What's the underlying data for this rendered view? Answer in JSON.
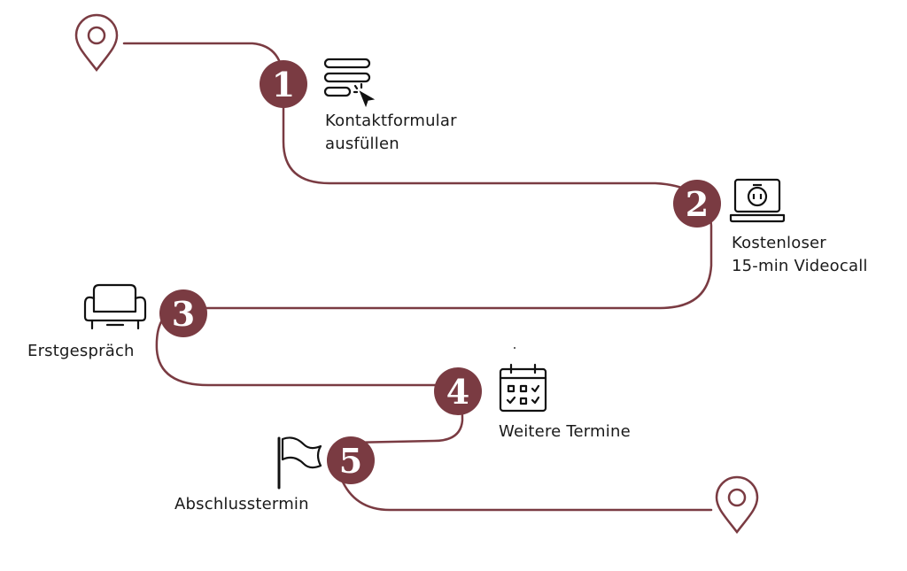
{
  "colors": {
    "accent": "#7a3b42",
    "icon": "#111111"
  },
  "steps": [
    {
      "number": "1",
      "icon": "form-icon",
      "label_lines": [
        "Kontaktformular",
        "ausfüllen"
      ]
    },
    {
      "number": "2",
      "icon": "laptop-video-icon",
      "label_lines": [
        "Kostenloser",
        "15-min Videocall"
      ]
    },
    {
      "number": "3",
      "icon": "armchair-icon",
      "label_lines": [
        "Erstgespräch"
      ]
    },
    {
      "number": "4",
      "icon": "calendar-icon",
      "label_lines": [
        "Weitere Termine"
      ]
    },
    {
      "number": "5",
      "icon": "flag-icon",
      "label_lines": [
        "Abschlusstermin"
      ]
    }
  ],
  "markers": {
    "start_icon": "location-pin-icon",
    "end_icon": "location-pin-icon"
  }
}
